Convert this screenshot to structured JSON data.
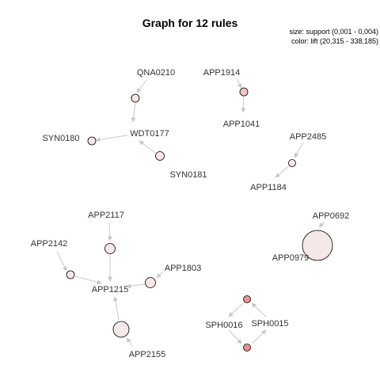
{
  "title": "Graph for 12 rules",
  "legend": {
    "size": "size: support (0,001 - 0,004)",
    "color": "color: lift (20,315 - 338,185)"
  },
  "colors": {
    "edge": "#c8c8c8",
    "low_lift": "#f5e8e8",
    "mid_lift": "#f2c4c4",
    "high_lift": "#ee8e8e"
  },
  "labels": [
    "QNA0210",
    "WDT0177",
    "SYN0180",
    "SYN0181",
    "APP1914",
    "APP1041",
    "APP2485",
    "APP1184",
    "APP2117",
    "APP2142",
    "APP1803",
    "APP1215",
    "APP2155",
    "APP0692",
    "APP0979",
    "SPH0016",
    "SPH0015"
  ]
}
